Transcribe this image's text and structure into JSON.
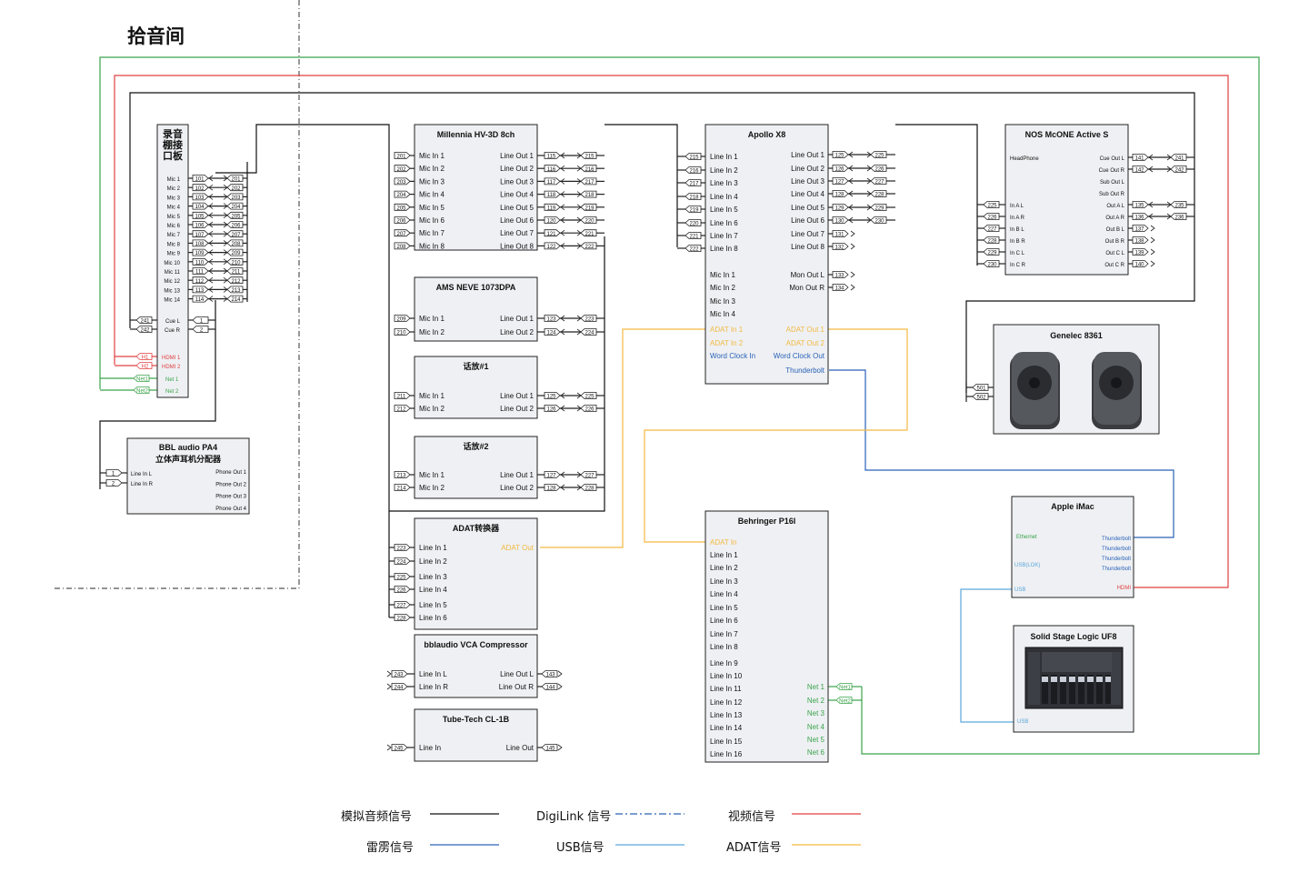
{
  "room_title": "拾音间",
  "colors": {
    "analog": "#111111",
    "thunderbolt": "#2a62b8",
    "video": "#e04040",
    "usb": "#5aa6dc",
    "adat": "#f4b942",
    "net": "#3aa34a",
    "digilink": "#2a62b8",
    "box": "#eef0f3"
  },
  "legend": [
    {
      "label": "模拟音频信号",
      "type": "analog"
    },
    {
      "label": "DigiLink 信号",
      "type": "digilink"
    },
    {
      "label": "视频信号",
      "type": "video"
    },
    {
      "label": "雷雳信号",
      "type": "thunderbolt"
    },
    {
      "label": "USB信号",
      "type": "usb"
    },
    {
      "label": "ADAT信号",
      "type": "adat"
    }
  ],
  "devices": [
    {
      "id": "panel",
      "title": "录音棚接口板",
      "inputs": [],
      "outputs": []
    },
    {
      "id": "millennia",
      "title": "Millennia HV-3D 8ch",
      "inputs": [
        "Mic In 1",
        "Mic In 2",
        "Mic In 3",
        "Mic In 4",
        "Mic In 5",
        "Mic In 6",
        "Mic In 7",
        "Mic In 8"
      ],
      "outputs": [
        "Line Out 1",
        "Line Out 2",
        "Line Out 3",
        "Line Out 4",
        "Line Out 5",
        "Line Out 6",
        "Line Out 7",
        "Line Out 8"
      ]
    },
    {
      "id": "neve",
      "title": "AMS NEVE 1073DPA",
      "inputs": [
        "Mic In 1",
        "Mic In 2"
      ],
      "outputs": [
        "Line Out 1",
        "Line Out 2"
      ]
    },
    {
      "id": "huafang1",
      "title": "话放#1",
      "inputs": [
        "Mic In 1",
        "Mic In 2"
      ],
      "outputs": [
        "Line Out 1",
        "Line Out 2"
      ]
    },
    {
      "id": "huafang2",
      "title": "话放#2",
      "inputs": [
        "Mic In 1",
        "Mic In 2"
      ],
      "outputs": [
        "Line Out 1",
        "Line Out 2"
      ]
    },
    {
      "id": "adatconv",
      "title": "ADAT转换器",
      "inputs": [
        "Line In 1",
        "Line In 2",
        "Line In 3",
        "Line In 4",
        "Line In 5",
        "Line In 6"
      ],
      "outputs": [
        "ADAT Out"
      ]
    },
    {
      "id": "bbcomp",
      "title": "bblaudio VCA Compressor",
      "inputs": [
        "Line In L",
        "Line In R"
      ],
      "outputs": [
        "Line Out L",
        "Line Out R"
      ]
    },
    {
      "id": "tubetech",
      "title": "Tube-Tech CL-1B",
      "inputs": [
        "Line In"
      ],
      "outputs": [
        "Line Out"
      ]
    },
    {
      "id": "apollo",
      "title": "Apollo X8",
      "inputs": [
        "Line In 1",
        "Line In 2",
        "Line In 3",
        "Line In 4",
        "Line In 5",
        "Line In 6",
        "Line In 7",
        "Line In 8",
        "Mic In 1",
        "Mic In 2",
        "Mic In 3",
        "Mic In 4",
        "ADAT In 1",
        "ADAT In 2",
        "Word Clock In"
      ],
      "outputs": [
        "Line Out 1",
        "Line Out 2",
        "Line Out 3",
        "Line Out 4",
        "Line Out 5",
        "Line Out 6",
        "Line Out 7",
        "Line Out 8",
        "Mon Out L",
        "Mon Out R",
        "ADAT Out 1",
        "ADAT Out 2",
        "Word Clock Out",
        "Thunderbolt"
      ]
    },
    {
      "id": "behringer",
      "title": "Behringer P16I",
      "inputs": [
        "ADAT In",
        "Line In 1",
        "Line In 2",
        "Line In 3",
        "Line In 4",
        "Line In 5",
        "Line In 6",
        "Line In 7",
        "Line In 8",
        "Line In 9",
        "Line In 10",
        "Line In 11",
        "Line In 12",
        "Line In 13",
        "Line In 14",
        "Line In 15",
        "Line In 16"
      ],
      "outputs": [
        "Net 1",
        "Net 2",
        "Net 3",
        "Net 4",
        "Net 5",
        "Net 6"
      ]
    },
    {
      "id": "nos",
      "title": "NOS McONE Active S",
      "inputs": [
        "HeadPhone",
        "In A L",
        "In A R",
        "In B L",
        "In B R",
        "In C L",
        "In C R"
      ],
      "outputs": [
        "Cue Out L",
        "Cue Out R",
        "Sub Out L",
        "Sub Out R",
        "Out A L",
        "Out A R",
        "Out B L",
        "Out B R",
        "Out C L",
        "Out C R"
      ]
    },
    {
      "id": "genelec",
      "title": "Genelec  8361"
    },
    {
      "id": "imac",
      "title": "Apple iMac",
      "inputs": [
        "Ethernet",
        "USB(LOK)",
        "USB"
      ],
      "outputs": [
        "Thunderbolt",
        "Thunderbolt",
        "Thunderbolt",
        "Thunderbolt",
        "HDMI"
      ]
    },
    {
      "id": "uf8",
      "title": "Solid Stage Logic UF8",
      "inputs": [
        "USB"
      ]
    },
    {
      "id": "bbl",
      "title": "BBL audio PA4 立体声耳机分配器",
      "inputs": [
        "Line In L",
        "Line In R"
      ],
      "outputs": [
        "Phone Out 1",
        "Phone Out 2",
        "Phone Out 3",
        "Phone Out 4"
      ]
    }
  ],
  "panel": {
    "title_lines": [
      "录音",
      "棚接",
      "口板"
    ],
    "mics": [
      "Mic 1",
      "Mic 2",
      "Mic 3",
      "Mic 4",
      "Mic 5",
      "Mic 6",
      "Mic 7",
      "Mic 8",
      "Mic 9",
      "Mic 10",
      "Mic 11",
      "Mic 12",
      "Mic 13",
      "Mic 14"
    ],
    "mic_tags_a": [
      "101",
      "102",
      "103",
      "104",
      "105",
      "106",
      "107",
      "108",
      "109",
      "110",
      "111",
      "112",
      "113",
      "114"
    ],
    "mic_tags_b": [
      "201",
      "202",
      "203",
      "204",
      "205",
      "206",
      "207",
      "208",
      "209",
      "210",
      "211",
      "212",
      "213",
      "214"
    ],
    "cue": [
      "Cue L",
      "Cue R"
    ],
    "cue_tags_left": [
      "241",
      "242"
    ],
    "cue_tags_right": [
      "1",
      "2"
    ],
    "hdmi": [
      "HDMI 1",
      "HDMI 2"
    ],
    "hdmi_tags": [
      "H1",
      "H2"
    ],
    "net": [
      "Net 1",
      "Net 2"
    ],
    "net_tags": [
      "Net1",
      "Net2"
    ]
  },
  "bbl_title_lines": [
    "BBL audio PA4",
    "立体声耳机分配器"
  ],
  "bbl_tags": [
    "1",
    "2"
  ],
  "tags": {
    "mill_in": [
      "201",
      "202",
      "203",
      "204",
      "205",
      "206",
      "207",
      "208"
    ],
    "mill_out_a": [
      "115",
      "116",
      "117",
      "118",
      "119",
      "120",
      "121",
      "122"
    ],
    "mill_out_b": [
      "215",
      "216",
      "217",
      "218",
      "219",
      "220",
      "221",
      "222"
    ],
    "neve_in": [
      "209",
      "210"
    ],
    "neve_out_a": [
      "123",
      "124"
    ],
    "neve_out_b": [
      "223",
      "224"
    ],
    "hf1_in": [
      "211",
      "212"
    ],
    "hf1_out_a": [
      "125",
      "126"
    ],
    "hf1_out_b": [
      "225",
      "226"
    ],
    "hf2_in": [
      "213",
      "214"
    ],
    "hf2_out_a": [
      "127",
      "128"
    ],
    "hf2_out_b": [
      "227",
      "228"
    ],
    "adat_in": [
      "223",
      "224",
      "225",
      "226",
      "227",
      "228"
    ],
    "bb_in": [
      "243",
      "244"
    ],
    "bb_out": [
      "143",
      "144"
    ],
    "tt_in": [
      "245"
    ],
    "tt_out": [
      "145"
    ],
    "apollo_in": [
      "215",
      "216",
      "217",
      "218",
      "219",
      "220",
      "221",
      "222"
    ],
    "apollo_out_a": [
      "125",
      "126",
      "127",
      "128",
      "129",
      "130",
      "131",
      "132"
    ],
    "apollo_out_b": [
      "225",
      "226",
      "227",
      "228",
      "229",
      "230"
    ],
    "apollo_mon": [
      "133",
      "134"
    ],
    "nos_in": [
      "225",
      "226",
      "227",
      "228",
      "229",
      "230"
    ],
    "nos_cue_a": [
      "141",
      "142"
    ],
    "nos_cue_b": [
      "241",
      "242"
    ],
    "nos_out_a": [
      "135",
      "136",
      "137",
      "138",
      "139",
      "140"
    ],
    "nos_out_b": [
      "235",
      "236"
    ],
    "genelec_in": [
      "501",
      "502"
    ],
    "beh_net": [
      "Net1",
      "Net2"
    ]
  }
}
